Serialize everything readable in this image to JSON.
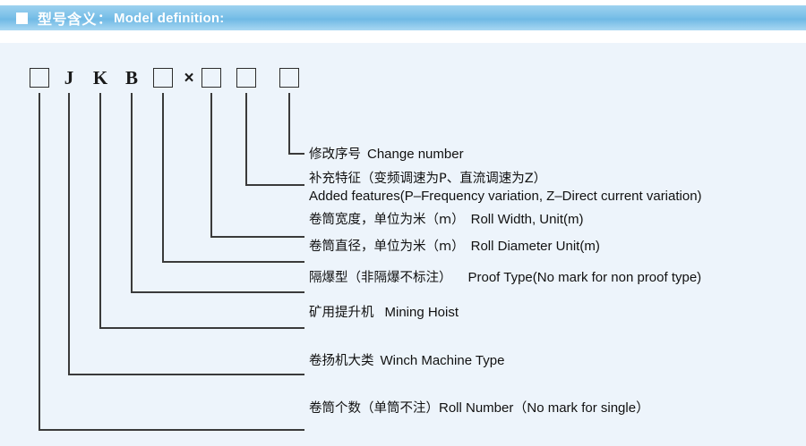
{
  "header": {
    "icon": "white-square-bullet",
    "title_cn": "型号含义",
    "colon": "：",
    "title_en": "Model definition:",
    "bar_color": "#7bc0e8",
    "text_color": "#ffffff"
  },
  "panel": {
    "background_color": "#edf4fb"
  },
  "model_code": {
    "tokens": [
      {
        "type": "box",
        "label": "",
        "name": "code-box-roll-number"
      },
      {
        "type": "letter",
        "label": "J",
        "name": "code-letter-j"
      },
      {
        "type": "letter",
        "label": "K",
        "name": "code-letter-k"
      },
      {
        "type": "letter",
        "label": "B",
        "name": "code-letter-b"
      },
      {
        "type": "box",
        "label": "",
        "name": "code-box-proof-type"
      },
      {
        "type": "symbol",
        "label": "×",
        "name": "code-symbol-times"
      },
      {
        "type": "box",
        "label": "",
        "name": "code-box-roll-diameter"
      },
      {
        "type": "box",
        "label": "",
        "name": "code-box-roll-width"
      },
      {
        "type": "box",
        "label": "",
        "name": "code-box-change-number"
      }
    ]
  },
  "descriptions": [
    {
      "id": "change-number",
      "cn": "修改序号",
      "en": "Change number",
      "en2": ""
    },
    {
      "id": "added-features",
      "cn": "补充特征（变频调速为P、直流调速为Z）",
      "en": "",
      "en2": "Added features(P–Frequency variation, Z–Direct current variation)"
    },
    {
      "id": "roll-width",
      "cn": "卷筒宽度，单位为米（m）",
      "en": "Roll Width, Unit(m)",
      "en2": ""
    },
    {
      "id": "roll-diameter",
      "cn": "卷筒直径，单位为米（m）",
      "en": "Roll Diameter Unit(m)",
      "en2": ""
    },
    {
      "id": "proof-type",
      "cn": "隔爆型（非隔爆不标注）",
      "en": "Proof Type(No mark for non proof type)",
      "en2": ""
    },
    {
      "id": "mining-hoist",
      "cn": "矿用提升机",
      "en": "Mining Hoist",
      "en2": ""
    },
    {
      "id": "winch-machine-type",
      "cn": "卷扬机大类",
      "en": "Winch Machine Type",
      "en2": ""
    },
    {
      "id": "roll-number",
      "cn": "卷筒个数（单筒不注）",
      "en": "Roll Number（No mark for single）",
      "en2": ""
    }
  ]
}
